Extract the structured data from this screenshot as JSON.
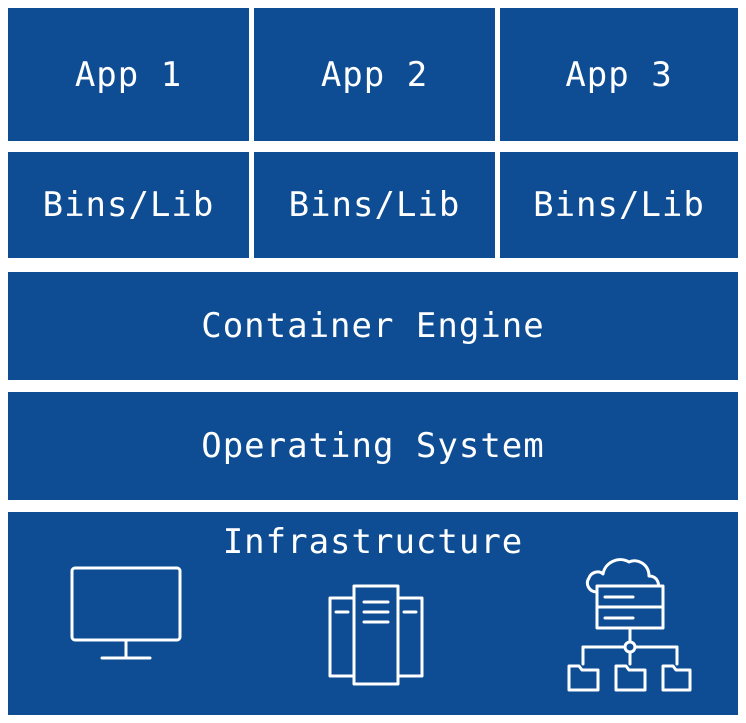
{
  "apps": [
    {
      "label": "App 1"
    },
    {
      "label": "App 2"
    },
    {
      "label": "App 3"
    }
  ],
  "bins": [
    {
      "label": "Bins/Lib"
    },
    {
      "label": "Bins/Lib"
    },
    {
      "label": "Bins/Lib"
    }
  ],
  "container_engine": {
    "label": "Container Engine"
  },
  "operating_system": {
    "label": "Operating System"
  },
  "infrastructure": {
    "label": "Infrastructure",
    "icons": [
      "monitor-icon",
      "server-icon",
      "cloud-network-icon"
    ]
  },
  "colors": {
    "block": "#0e4d93",
    "text": "#ffffff",
    "background": "#ffffff"
  }
}
